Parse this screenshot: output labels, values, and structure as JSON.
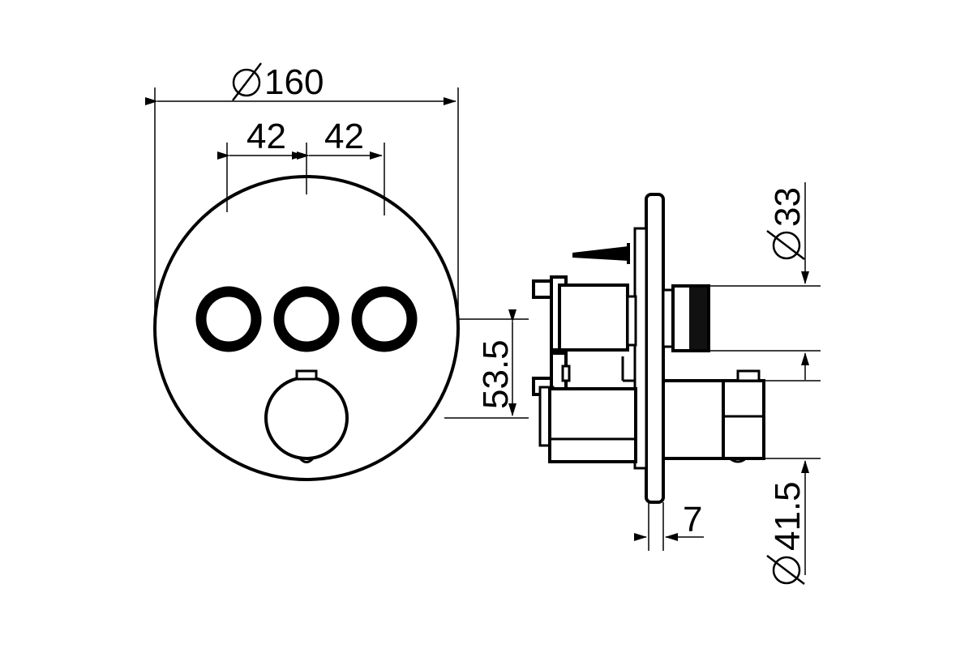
{
  "dimensions": {
    "overall_diameter": "160",
    "button_spacing_left": "42",
    "button_spacing_right": "42",
    "height_offset": "53.5",
    "outlet_diameter_top": "33",
    "outlet_diameter_bottom": "41.5",
    "plate_thickness": "7"
  },
  "colors": {
    "stroke": "#000000",
    "background": "#ffffff"
  }
}
